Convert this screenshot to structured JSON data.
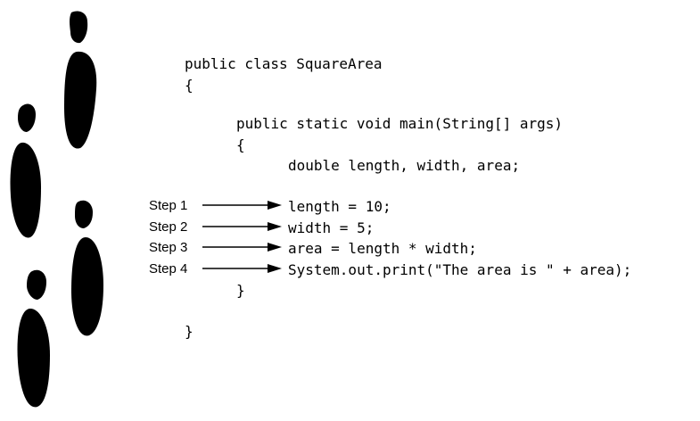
{
  "code": {
    "class_decl": "public class SquareArea",
    "class_open": "{",
    "method_decl": "public static void main(String[] args)",
    "method_open": "{",
    "var_decl": "double length, width, area;",
    "stmt1": "length = 10;",
    "stmt2": "width = 5;",
    "stmt3": "area = length * width;",
    "stmt4": "System.out.print(\"The area is \" + area);",
    "method_close": "}",
    "class_close": "}"
  },
  "steps": [
    {
      "label": "Step 1"
    },
    {
      "label": "Step 2"
    },
    {
      "label": "Step 3"
    },
    {
      "label": "Step 4"
    }
  ],
  "icons": {
    "footprints": "footprint-icon",
    "arrows": "arrow-right-icon"
  },
  "colors": {
    "ink": "#000000",
    "background": "#ffffff"
  }
}
